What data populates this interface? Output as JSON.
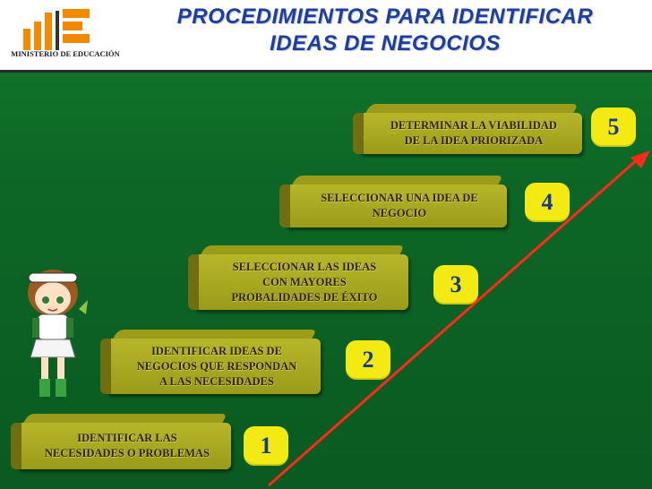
{
  "header": {
    "logo_caption": "MINISTERIO DE EDUCACIÓN",
    "title_line1": "PROCEDIMIENTOS PARA IDENTIFICAR",
    "title_line2": "IDEAS DE NEGOCIOS"
  },
  "steps": [
    {
      "number": "1",
      "label": "IDENTIFICAR  LAS\nNECESIDADES  O PROBLEMAS"
    },
    {
      "number": "2",
      "label": "IDENTIFICAR IDEAS DE\nNEGOCIOS QUE RESPONDAN\nA LAS NECESIDADES"
    },
    {
      "number": "3",
      "label": "SELECCIONAR LAS IDEAS\nCON MAYORES\nPROBALIDADES DE ÉXITO"
    },
    {
      "number": "4",
      "label": "SELECCIONAR UNA IDEA DE\nNEGOCIO"
    },
    {
      "number": "5",
      "label": "DETERMINAR LA VIABILIDAD\nDE LA IDEA PRIORIZADA"
    }
  ],
  "colors": {
    "background": "#0d6726",
    "step_fill": "#a9a821",
    "number_box": "#f2ea12",
    "number_text": "#173a8a",
    "title_text": "#1f3d9a",
    "arrow": "#ff2a1a"
  },
  "icons": [
    "ministry-logo-icon",
    "anime-girl-illustration",
    "red-arrow-icon"
  ]
}
